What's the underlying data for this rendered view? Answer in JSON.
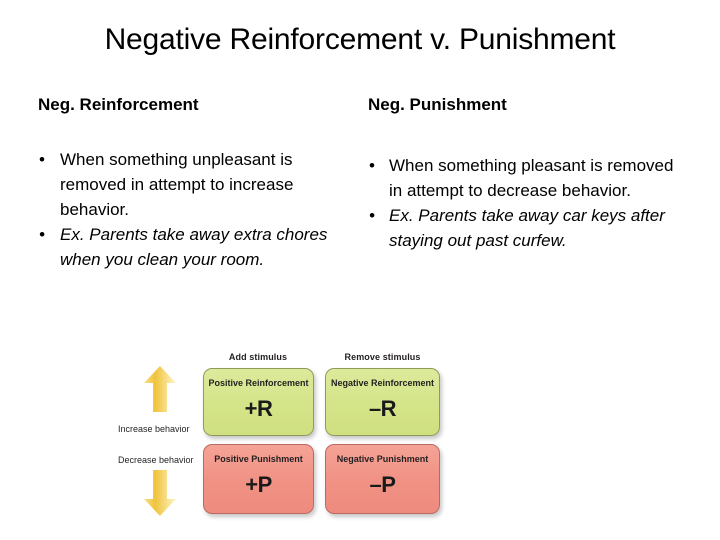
{
  "slide": {
    "title": "Negative Reinforcement v. Punishment"
  },
  "columns": {
    "left": {
      "heading": "Neg. Reinforcement",
      "bullets": [
        {
          "text": "When something unpleasant is removed in attempt to increase behavior.",
          "italic": false
        },
        {
          "text": "Ex. Parents take away extra chores when you clean your room.",
          "italic": true
        }
      ]
    },
    "right": {
      "heading": "Neg. Punishment",
      "bullets": [
        {
          "text": "When something pleasant is removed in attempt to decrease behavior.",
          "italic": false
        },
        {
          "text": "Ex. Parents take away car keys after staying out past curfew.",
          "italic": true
        }
      ]
    }
  },
  "bullet_glyph": "•",
  "diagram": {
    "column_headers": {
      "add": "Add stimulus",
      "remove": "Remove stimulus"
    },
    "row_labels": {
      "increase": "Increase behavior",
      "decrease": "Decrease behavior"
    },
    "quadrants": [
      {
        "key": "positive-reinforcement",
        "label": "Positive Reinforcement",
        "symbol": "+R",
        "color": "#d4e488"
      },
      {
        "key": "negative-reinforcement",
        "label": "Negative Reinforcement",
        "symbol": "–R",
        "color": "#d4e488"
      },
      {
        "key": "positive-punishment",
        "label": "Positive Punishment",
        "symbol": "+P",
        "color": "#f09184"
      },
      {
        "key": "negative-punishment",
        "label": "Negative Punishment",
        "symbol": "–P",
        "color": "#f09184"
      }
    ],
    "arrow_color_dark": "#f0c33c",
    "arrow_color_light": "#fdf3b0"
  }
}
